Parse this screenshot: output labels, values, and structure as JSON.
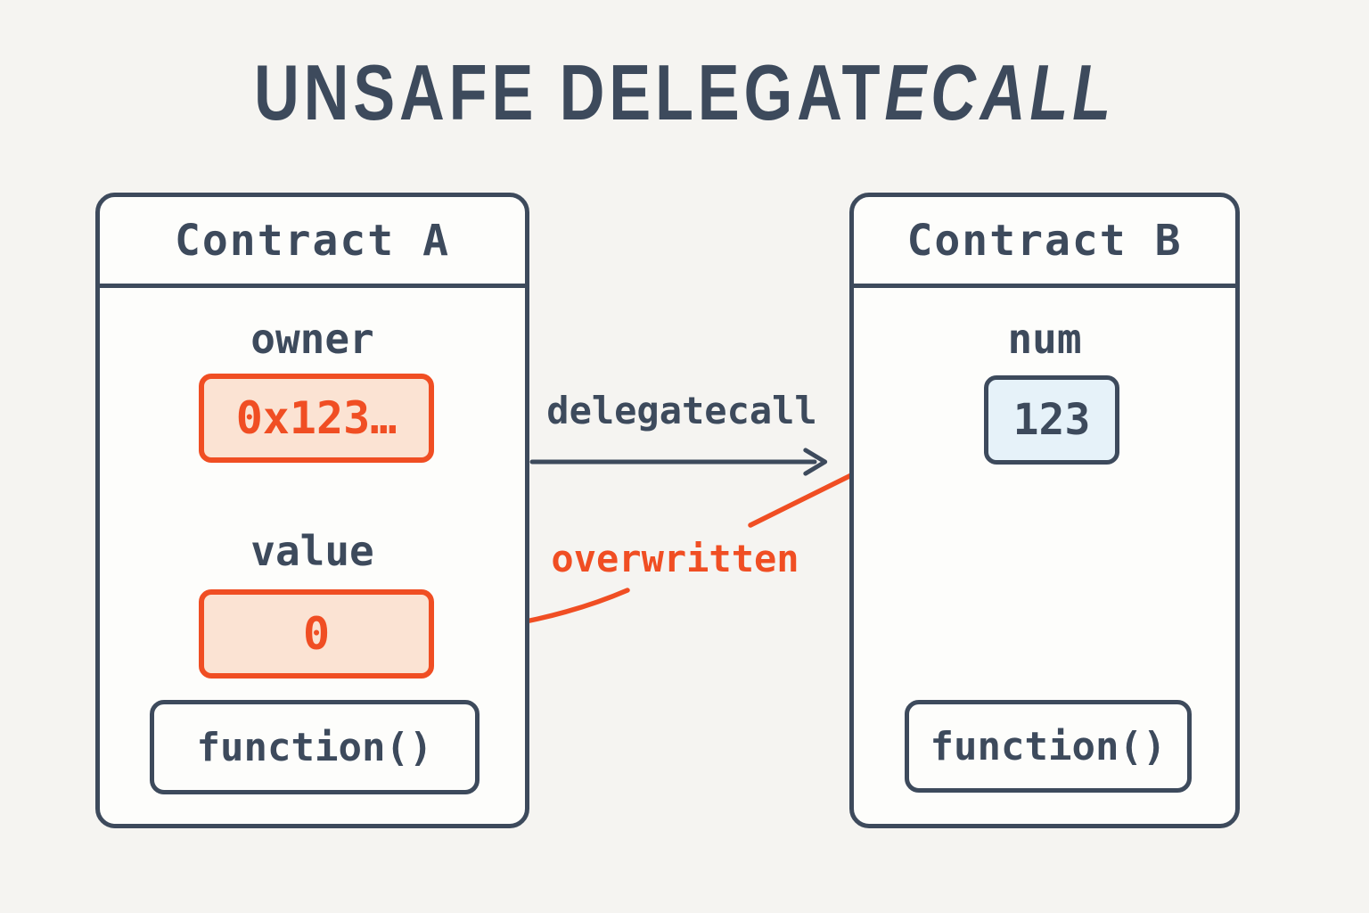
{
  "title": {
    "normal": "UNSAFE DELEGAT",
    "italic": "ECALL"
  },
  "contract_a": {
    "title": "Contract A",
    "fields": [
      {
        "label": "owner",
        "value": "0x123…",
        "style": "highlight-red"
      },
      {
        "label": "value",
        "value": "0",
        "style": "highlight-red"
      }
    ],
    "function_label": "function()"
  },
  "contract_b": {
    "title": "Contract B",
    "fields": [
      {
        "label": "num",
        "value": "123",
        "style": "highlight-blue"
      }
    ],
    "function_label": "function()"
  },
  "annotations": {
    "delegatecall": "delegatecall",
    "overwritten": "overwritten"
  },
  "colors": {
    "slate": "#3d4a5c",
    "accent_red": "#f04e23",
    "peach": "#fbe3d3",
    "light_blue": "#e6f2f9",
    "page_bg": "#f5f4f1"
  }
}
